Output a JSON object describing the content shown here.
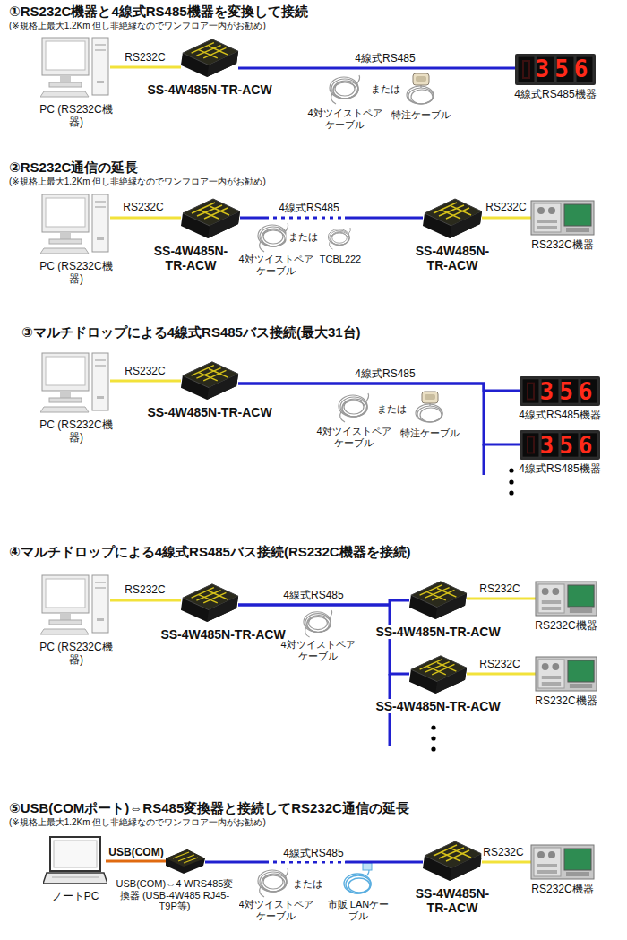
{
  "diagram": {
    "nodes": [
      {
        "text": [
          "PC (RS232C機器)"
        ]
      },
      {
        "text": [
          "SS-4W485N-TR-ACW"
        ]
      },
      {
        "text": [
          "356",
          "4線式RS485機器"
        ]
      },
      {
        "text": [
          "PC (RS232C機器)"
        ]
      },
      {
        "text": [
          "SS-4W485N- TR-ACW"
        ]
      },
      {
        "text": [
          "SS-4W485N- TR-ACW"
        ]
      },
      {
        "text": [
          "RS232C機器"
        ]
      },
      {
        "text": [
          "PC (RS232C機器)"
        ]
      },
      {
        "text": [
          "SS-4W485N-TR-ACW"
        ]
      },
      {
        "text": [
          "356",
          "4線式RS485機器"
        ]
      },
      {
        "text": [
          "356",
          "4線式RS485機器"
        ]
      },
      {
        "text": [
          "PC (RS232C機器)"
        ]
      },
      {
        "text": [
          "SS-4W485N-TR-ACW"
        ]
      },
      {
        "text": [
          "SS-4W485N-TR-ACW"
        ]
      },
      {
        "text": [
          "SS-4W485N-TR-ACW"
        ]
      },
      {
        "text": [
          "RS232C機器"
        ]
      },
      {
        "text": [
          "RS232C機器"
        ]
      },
      {
        "text": [
          "ノートPC"
        ]
      },
      {
        "text": [
          "USB(COM)⇔4 WRS485変換器 (USB-4W485 RJ45-T9P等)"
        ]
      },
      {
        "text": [
          "SS-4W485N- TR-ACW"
        ]
      },
      {
        "text": [
          "RS232C機器"
        ]
      }
    ],
    "edges": [
      {
        "from": 0,
        "to": 1,
        "label": "RS232C",
        "arrow": "none"
      },
      {
        "from": 1,
        "to": 2,
        "label": "4線式RS485",
        "arrow": "none"
      },
      {
        "from": 3,
        "to": 4,
        "label": "RS232C",
        "arrow": "none"
      },
      {
        "from": 4,
        "to": 5,
        "label": "4線式RS485",
        "arrow": "none"
      },
      {
        "from": 5,
        "to": 6,
        "label": "RS232C",
        "arrow": "none"
      },
      {
        "from": 7,
        "to": 8,
        "label": "RS232C",
        "arrow": "none"
      },
      {
        "from": 8,
        "to": 9,
        "label": "4線式RS485",
        "arrow": "none"
      },
      {
        "from": 8,
        "to": 10,
        "arrow": "none"
      },
      {
        "from": 11,
        "to": 12,
        "label": "RS232C",
        "arrow": "none"
      },
      {
        "from": 12,
        "to": 13,
        "label": "4線式RS485",
        "arrow": "none"
      },
      {
        "from": 12,
        "to": 14,
        "arrow": "none"
      },
      {
        "from": 13,
        "to": 15,
        "label": "RS232C",
        "arrow": "none"
      },
      {
        "from": 14,
        "to": 16,
        "label": "RS232C",
        "arrow": "none"
      },
      {
        "from": 17,
        "to": 18,
        "label": "USB(COM)",
        "arrow": "none"
      },
      {
        "from": 18,
        "to": 19,
        "label": "4線式RS485",
        "arrow": "none"
      },
      {
        "from": 19,
        "to": 20,
        "label": "RS232C",
        "arrow": "none"
      }
    ],
    "labels": [
      "①RS232C機器と4線式RS485機器を変換して接続",
      "(※規格上最大1.2Km 但し非絶縁なのでワンフロア一内がお勧め)",
      "4対ツイストペア ケーブル",
      "または",
      "特注ケーブル",
      "②RS232C通信の延長",
      "(※規格上最大1.2Km 但し非絶縁なのでワンフロア一内がお勧め)",
      "4対ツイストペア ケーブル",
      "または",
      "TCBL222",
      "③マルチドロップによる4線式RS485バス接続(最大31台)",
      "4対ツイストペア ケーブル",
      "または",
      "特注ケーブル",
      "④マルチドロップによる4線式RS485バス接続(RS232C機器を接続)",
      "4対ツイストペア ケーブル",
      "⑤USB(COMポート)⇔RS485変換器と接続してRS232C通信の延長",
      "(※規格上最大1.2Km 但し非絶縁なのでワンフロア一内がお勧め)",
      "4対ツイストペア ケーブル",
      "または",
      "市販 LANケーブル"
    ]
  }
}
